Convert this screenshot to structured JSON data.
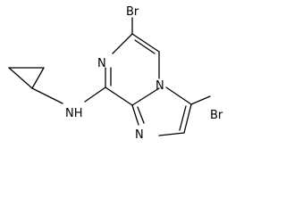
{
  "molecule": {
    "labels": {
      "br_top": "Br",
      "br_right": "Br",
      "n_pyrazine": "N",
      "n_bridgehead": "N",
      "n_imidazole": "N",
      "amine": "NH"
    }
  }
}
